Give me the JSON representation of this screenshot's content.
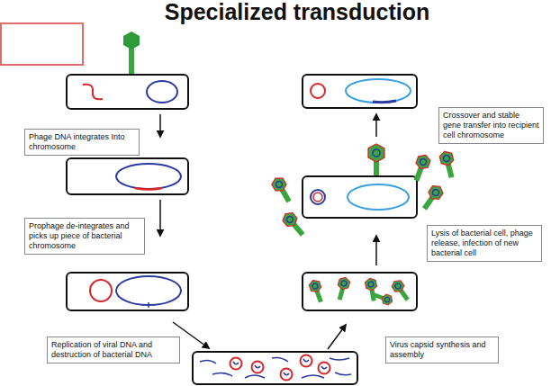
{
  "diagram": {
    "title": "Specialized transduction",
    "nodes": [
      {
        "text": [
          "Phage DNA integrates Into chromosome"
        ]
      },
      {
        "text": [
          "Prophage de-integrates and picks up piece of bacterial chromosome"
        ]
      },
      {
        "text": [
          "Replication of viral DNA and destruction of bacterial DNA"
        ]
      },
      {
        "text": [
          "Virus capsid synthesis and assembly"
        ]
      },
      {
        "text": [
          "Lysis of bacterial cell, phage release, infection of new bacterial cell"
        ]
      },
      {
        "text": [
          "Crossover and stable gene transfer into recipient cell chromosome"
        ]
      }
    ]
  }
}
